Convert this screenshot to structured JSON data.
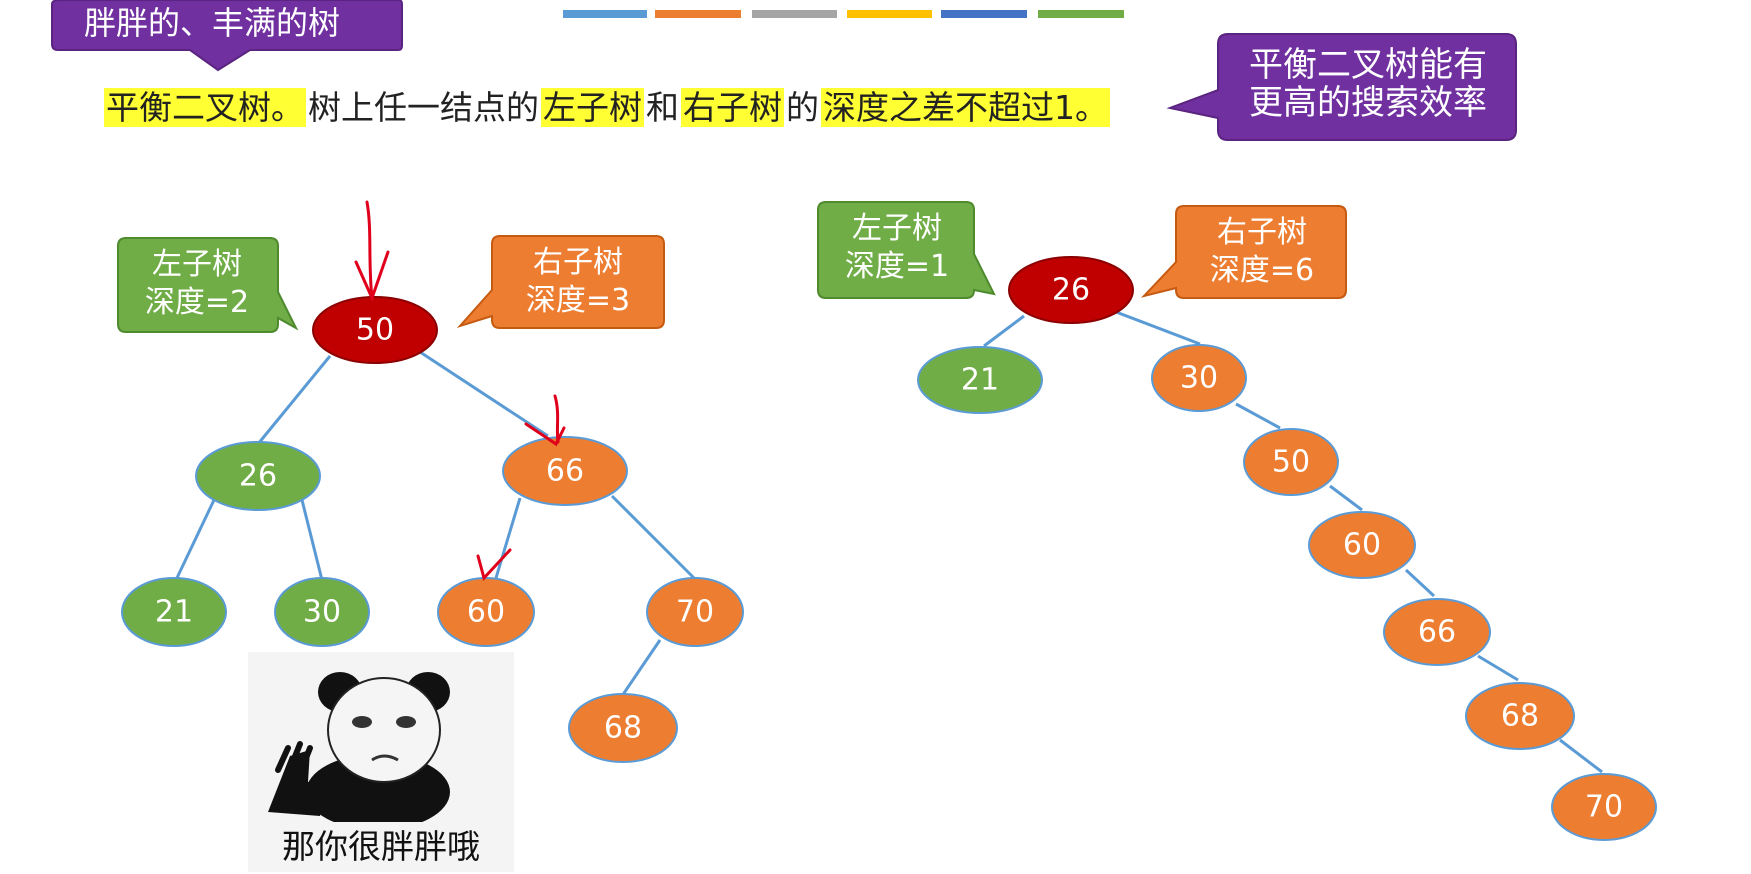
{
  "header_colors": [
    "#5b9bd5",
    "#ed7d31",
    "#a5a5a5",
    "#ffc000",
    "#4472c4",
    "#70ad47"
  ],
  "colors": {
    "purple": "#7030a0",
    "green": "#70ad47",
    "orange": "#ed7d31",
    "red": "#c00000",
    "edge": "#5b9bd5",
    "highlight": "#ffff33",
    "arrow": "#e0001b"
  },
  "title_callout": "胖胖的、丰满的树",
  "definition": {
    "parts": [
      "平衡二叉树。",
      "树上任一结点的",
      "左子树",
      "和",
      "右子树",
      "的",
      "深度之差不超过1。"
    ]
  },
  "efficiency_callout": {
    "line1": "平衡二叉树能有",
    "line2": "更高的搜索效率"
  },
  "left_tree": {
    "left_callout": {
      "line1": "左子树",
      "line2": "深度=2"
    },
    "right_callout": {
      "line1": "右子树",
      "line2": "深度=3"
    },
    "nodes": {
      "root": "50",
      "n26": "26",
      "n66": "66",
      "n21": "21",
      "n30": "30",
      "n60": "60",
      "n70": "70",
      "n68": "68"
    }
  },
  "right_tree": {
    "left_callout": {
      "line1": "左子树",
      "line2": "深度=1"
    },
    "right_callout": {
      "line1": "右子树",
      "line2": "深度=6"
    },
    "nodes": {
      "root": "26",
      "n21": "21",
      "n30": "30",
      "n50": "50",
      "n60": "60",
      "n66": "66",
      "n68": "68",
      "n70": "70"
    }
  },
  "meme": {
    "caption": "那你很胖胖哦",
    "icon": "panda-meme-icon"
  }
}
